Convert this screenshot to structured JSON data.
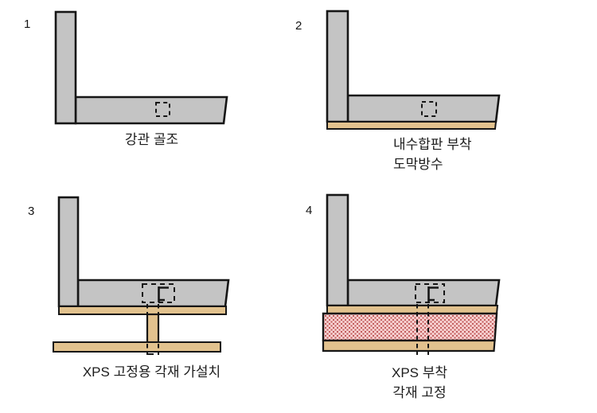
{
  "colors": {
    "background": "#ffffff",
    "steel_gray": "#c4c4c4",
    "wood_tan": "#e2c28e",
    "xps_pink_bg": "#f6cfcf",
    "xps_pink_dot": "#c05a5a",
    "outline_black": "#161616"
  },
  "panels": [
    {
      "number": "1",
      "caption_lines": [
        "강관 골조"
      ]
    },
    {
      "number": "2",
      "caption_lines": [
        "내수합판 부착",
        "도막방수"
      ]
    },
    {
      "number": "3",
      "caption_lines": [
        "XPS 고정용 각재 가설치"
      ]
    },
    {
      "number": "4",
      "caption_lines": [
        "XPS 부착",
        "각재 고정"
      ]
    }
  ]
}
